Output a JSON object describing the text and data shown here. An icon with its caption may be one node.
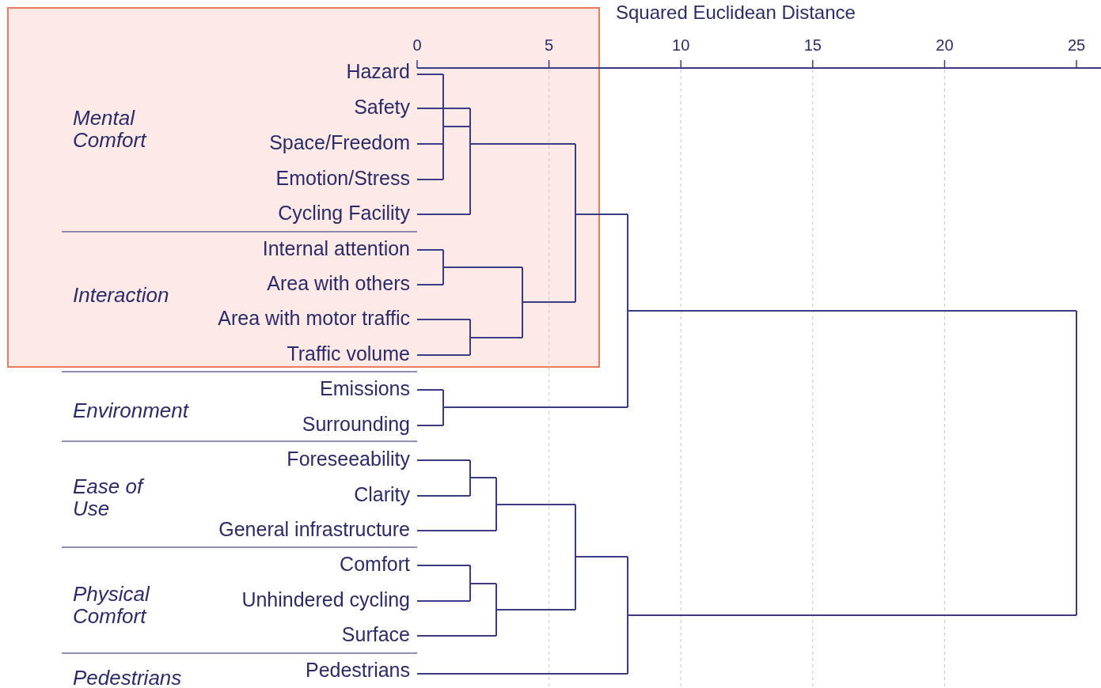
{
  "diagram": {
    "title": "Squared Euclidean Distance",
    "labels": [
      "0",
      "5",
      "10",
      "15",
      "20",
      "25",
      "Mental Comfort",
      "Hazard",
      "Safety",
      "Space/Freedom",
      "Emotion/Stress",
      "Cycling Facility",
      "Interaction",
      "Internal attention",
      "Area with others",
      "Area with motor traffic",
      "Traffic volume",
      "Environment",
      "Emissions",
      "Surrounding",
      "Ease of Use",
      "Foreseeability",
      "Clarity",
      "General infrastructure",
      "Physical Comfort",
      "Comfort",
      "Unhindered cycling",
      "Surface",
      "Pedestrians",
      "Pedestrians"
    ]
  }
}
